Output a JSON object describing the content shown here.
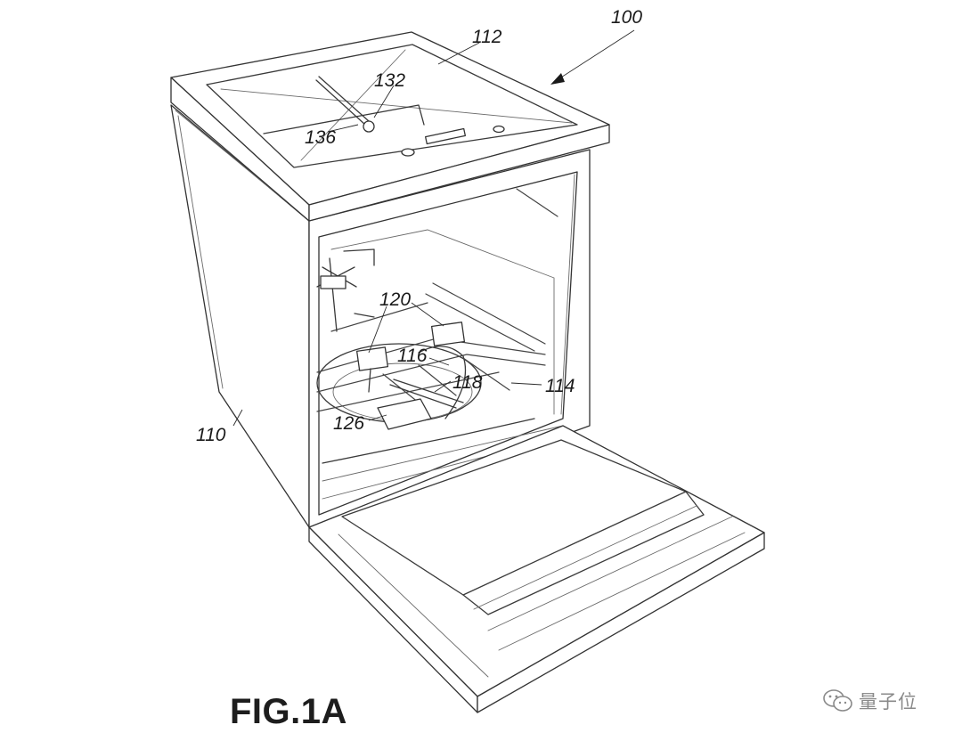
{
  "figure": {
    "label": "FIG.1A",
    "reference_numerals": {
      "device": "100",
      "cabinet_side": "110",
      "top_panel": "112",
      "lower_rack": "114",
      "hub_116": "116",
      "arm_118": "118",
      "nozzle_120": "120",
      "base_126": "126",
      "top_element_132": "132",
      "top_element_136": "136"
    }
  },
  "watermark": {
    "text": "量子位",
    "icon": "wechat-icon"
  }
}
